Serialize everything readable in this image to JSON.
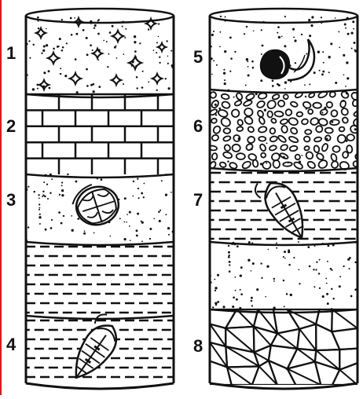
{
  "colors": {
    "ink": "#111111",
    "paper": "#ffffff",
    "edge": "#ff0000"
  },
  "left_column": {
    "labels": [
      "1",
      "2",
      "3",
      "4"
    ],
    "layers": [
      {
        "pattern": "speckled-with-stars",
        "label": "1"
      },
      {
        "pattern": "brick",
        "label": "2"
      },
      {
        "pattern": "speckled-with-trilobite",
        "label": "3"
      },
      {
        "pattern": "dashed-lines",
        "label": ""
      },
      {
        "pattern": "dashed-lines-with-trilobite",
        "label": "4"
      }
    ]
  },
  "right_column": {
    "labels": [
      "5",
      "6",
      "7",
      "8"
    ],
    "layers": [
      {
        "pattern": "speckled-with-shell",
        "label": "5"
      },
      {
        "pattern": "pebbles",
        "label": "6"
      },
      {
        "pattern": "dashed-lines-with-trilobite",
        "label": "7"
      },
      {
        "pattern": "speckled",
        "label": ""
      },
      {
        "pattern": "crystalline-fragments",
        "label": "8"
      }
    ]
  }
}
